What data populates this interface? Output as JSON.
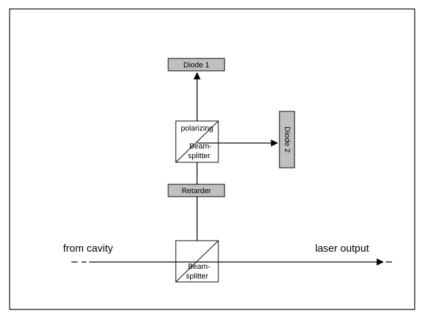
{
  "labels": {
    "diode1": "Diode 1",
    "diode2": "Diode 2",
    "polarizing": "polarizing",
    "beam": "Beam-",
    "splitter": "splitter",
    "retarder": "Retarder",
    "beam_lower": "Beam-",
    "splitter_lower": "splitter",
    "from_cavity": "from cavity",
    "laser_output": "laser output"
  },
  "colors": {
    "box_fill": "#c0c0c0",
    "line": "#000000",
    "background": "#ffffff"
  }
}
